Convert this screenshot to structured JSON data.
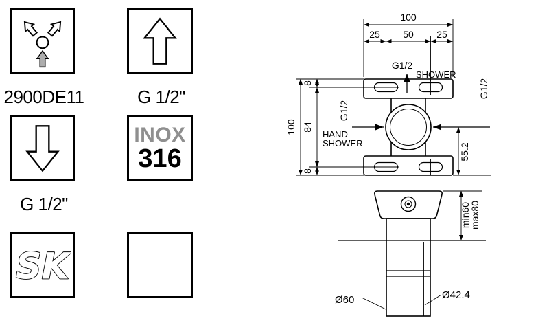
{
  "symbol_panel": {
    "code_label": "2900DE11",
    "up_arrow_label": "G 1/2\"",
    "down_arrow_label": "G 1/2\"",
    "inox_top": "INOX",
    "inox_bottom": "316",
    "sk": "SK"
  },
  "front_view": {
    "dim_total_width": "100",
    "dim_width_left": "25",
    "dim_width_center": "50",
    "dim_width_right": "25",
    "top_port": "G1/2",
    "top_port_note": "SHOWER",
    "dim_total_height": "100",
    "dim_height_top": "8",
    "dim_height_middle": "84",
    "dim_height_bottom": "8",
    "left_port": "G1/2",
    "left_port_note_line1": "HAND",
    "left_port_note_line2": "SHOWER",
    "right_port": "G1/2",
    "dim_center_to_bottom": "55.2"
  },
  "side_view": {
    "depth_min": "min60",
    "depth_max": "max80",
    "outer_diameter": "Ø60",
    "inner_diameter": "Ø42.4"
  }
}
